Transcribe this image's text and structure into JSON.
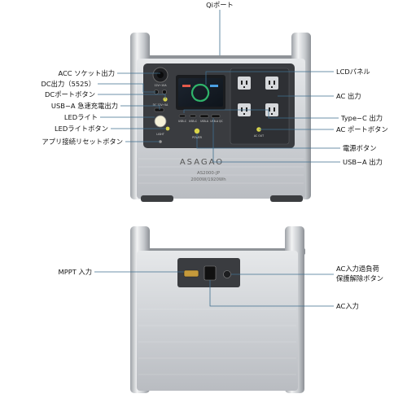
{
  "labels": {
    "qi_port": "Qiポート",
    "acc_socket": "ACC ソケット出力",
    "dc_output": "DC出力（5525）",
    "dc_port_button": "DCポートボタン",
    "usb_a_fast": "USB−A 急速充電出力",
    "led_light": "LEDライト",
    "led_light_button": "LEDライトボタン",
    "app_reset_button": "アプリ接続リセットボタン",
    "lcd_panel": "LCDパネル",
    "ac_output": "AC 出力",
    "type_c_output": "Type−C 出力",
    "ac_port_button": "AC ポートボタン",
    "power_button": "電源ボタン",
    "usb_a_output": "USB−A 出力",
    "mppt_input": "MPPT 入力",
    "ac_overload_reset_line1": "AC入力過負荷",
    "ac_overload_reset_line2": "保護解除ボタン",
    "ac_input": "AC入力"
  },
  "device": {
    "brand": "ASAGAO",
    "model": "AS2000-JP",
    "spec": "2000W/1920Wh"
  },
  "panel_text": {
    "acc_port": "12V⎓10A",
    "dc_port": "DC 12V⎓5A",
    "led_btn": "LIGHT",
    "usb_c_a": "USB-C",
    "usb_c_b": "USB-C",
    "usb_a_a": "USB-A",
    "usb_a_b": "USB-A QC",
    "power": "POWER",
    "ac_btn": "AC OUT"
  },
  "colors": {
    "line": "#3f6f8f",
    "panel_dark": "#3a3c40",
    "body_silver": "#c9ccd0",
    "screen_accent": "#2fb36a"
  }
}
